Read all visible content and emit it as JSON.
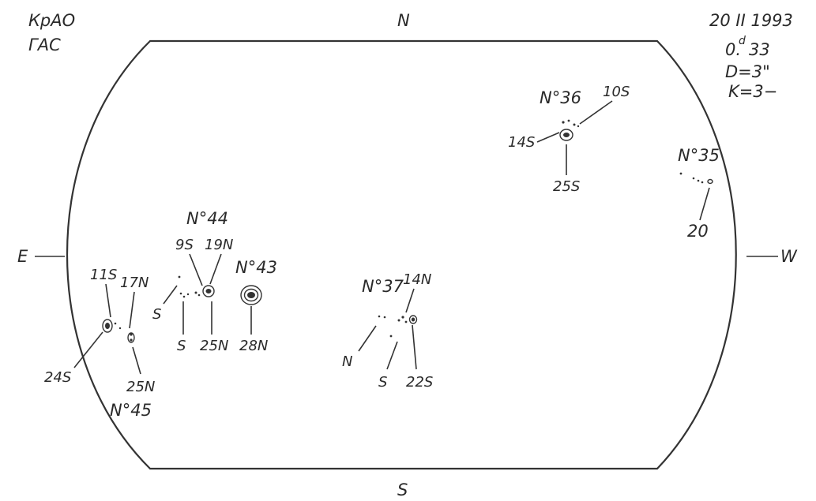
{
  "header_left": [
    "КрАО",
    "ГАС"
  ],
  "header_right": [
    "20 II 1993",
    "0.",
    "d",
    "33",
    "D=3\"",
    "K=3−"
  ],
  "directions": {
    "north": "N",
    "south": "S",
    "east": "E",
    "west": "W"
  },
  "groups": [
    {
      "number": "N°36",
      "labels": [
        "10S",
        "14S",
        "25S"
      ]
    },
    {
      "number": "N°35",
      "labels": [
        "20"
      ]
    },
    {
      "number": "N°44",
      "labels": [
        "9S",
        "19N",
        "S",
        "S",
        "25N"
      ]
    },
    {
      "number": "N°43",
      "labels": [
        "28N"
      ]
    },
    {
      "number": "N°37",
      "labels": [
        "14N",
        "N",
        "S",
        "22S"
      ]
    },
    {
      "number": "N°45",
      "labels": [
        "11S",
        "17N",
        "24S",
        "25N"
      ]
    }
  ]
}
